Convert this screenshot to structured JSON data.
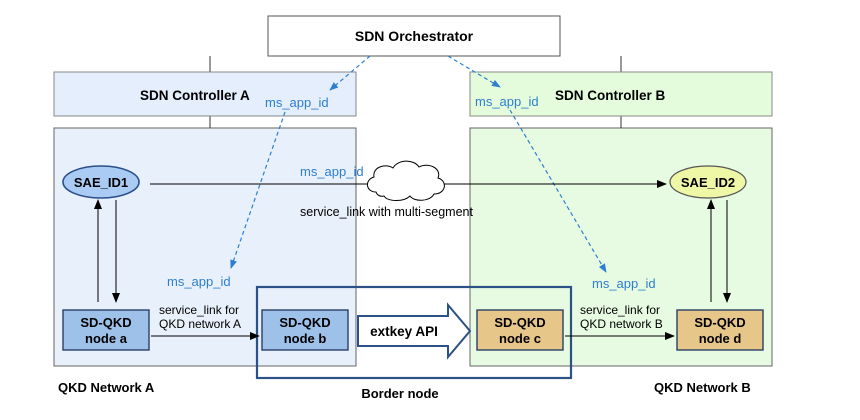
{
  "orchestrator": {
    "label": "SDN Orchestrator"
  },
  "controller_a": {
    "label": "SDN Controller A"
  },
  "controller_b": {
    "label": "SDN Controller B"
  },
  "sae1": {
    "label": "SAE_ID1"
  },
  "sae2": {
    "label": "SAE_ID2"
  },
  "node_a": {
    "line1": "SD-QKD",
    "line2": "node a"
  },
  "node_b": {
    "line1": "SD-QKD",
    "line2": "node b"
  },
  "node_c": {
    "line1": "SD-QKD",
    "line2": "node c"
  },
  "node_d": {
    "line1": "SD-QKD",
    "line2": "node d"
  },
  "extkey": {
    "label": "extkey API"
  },
  "labels": {
    "ms_app_id": "ms_app_id",
    "multi_segment": "service_link with multi-segment",
    "service_link_a_1": "service_link for",
    "service_link_a_2": "QKD network A",
    "service_link_b_1": "service_link for",
    "service_link_b_2": "QKD network B",
    "network_a": "QKD Network A",
    "network_b": "QKD Network B",
    "border_node": "Border node"
  },
  "colors": {
    "network_a_fill": "#e8f0fb",
    "network_b_fill": "#e6fbe1",
    "controller_a_fill": "#e4eefc",
    "controller_b_fill": "#e4fbdc",
    "sae1_fill": "#aacbf4",
    "sae2_fill": "#eef7a6",
    "node_blue": "#9ec1e9",
    "node_tan": "#e6c689",
    "border_box": "#2c5186",
    "ms_text": "#2e7fcf",
    "dash": "#2e7fcf"
  }
}
